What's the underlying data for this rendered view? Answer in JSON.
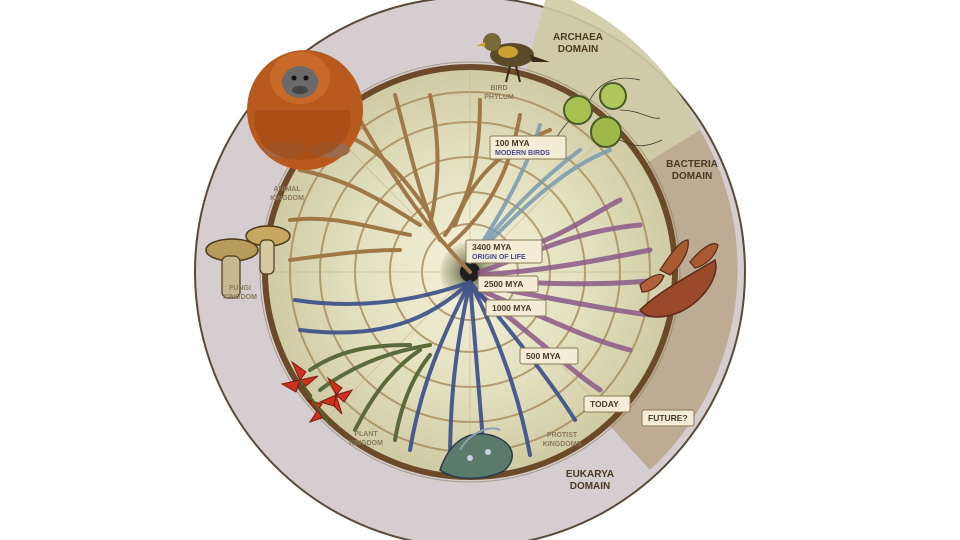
{
  "domains": {
    "archaea": [
      "ARCHAEA",
      "DOMAIN"
    ],
    "bacteria": [
      "BACTERIA",
      "DOMAIN"
    ],
    "eukarya": [
      "EUKARYA",
      "DOMAIN"
    ]
  },
  "kingdoms": {
    "animal": [
      "ANIMAL",
      "KINGDOM"
    ],
    "fungi": [
      "FUNGI",
      "KINGDOM"
    ],
    "plant": [
      "PLANT",
      "KINGDOM"
    ],
    "protist": [
      "PROTIST",
      "KINGDOMS"
    ],
    "bird": [
      "BIRD",
      "PHYLUM"
    ]
  },
  "timeline": {
    "t100": {
      "main": "100 MYA",
      "sub": "MODERN BIRDS"
    },
    "t3400": {
      "main": "3400 MYA",
      "sub": "ORIGIN OF LIFE"
    },
    "t2500": {
      "main": "2500 MYA"
    },
    "t1000": {
      "main": "1000 MYA"
    },
    "t500": {
      "main": "500 MYA"
    },
    "today": {
      "main": "TODAY"
    },
    "future": {
      "main": "FUTURE?"
    }
  },
  "colors": {
    "outer_ring": "#d6cdd0",
    "inner_disc": "#dedcc0",
    "animal_branch": "#a07848",
    "bacteria_branch": "#8a5a8a",
    "protist_branch": "#3a4e8a",
    "archaea_branch": "#7a9ab0",
    "plant_branch": "#5a6a3a"
  }
}
